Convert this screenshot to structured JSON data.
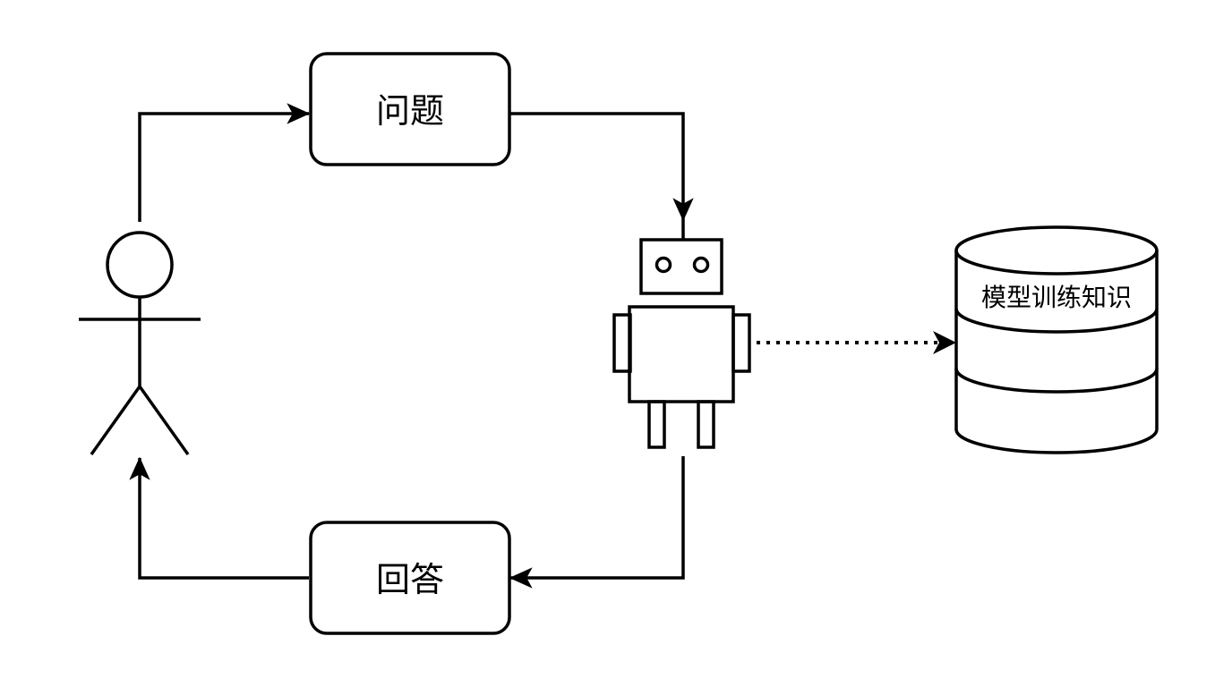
{
  "diagram": {
    "type": "flow",
    "nodes": {
      "user": {
        "label": "",
        "icon": "stick-figure-user-icon"
      },
      "question": {
        "label": "问题"
      },
      "robot": {
        "label": "",
        "icon": "robot-icon"
      },
      "answer": {
        "label": "回答"
      },
      "database": {
        "label": "模型训练知识",
        "icon": "database-cylinder-icon"
      }
    },
    "edges": [
      {
        "from": "user",
        "to": "question",
        "style": "solid"
      },
      {
        "from": "question",
        "to": "robot",
        "style": "solid"
      },
      {
        "from": "robot",
        "to": "answer",
        "style": "solid"
      },
      {
        "from": "answer",
        "to": "user",
        "style": "solid"
      },
      {
        "from": "robot",
        "to": "database",
        "style": "dotted"
      }
    ],
    "colors": {
      "stroke": "#000000",
      "background": "#ffffff"
    }
  }
}
